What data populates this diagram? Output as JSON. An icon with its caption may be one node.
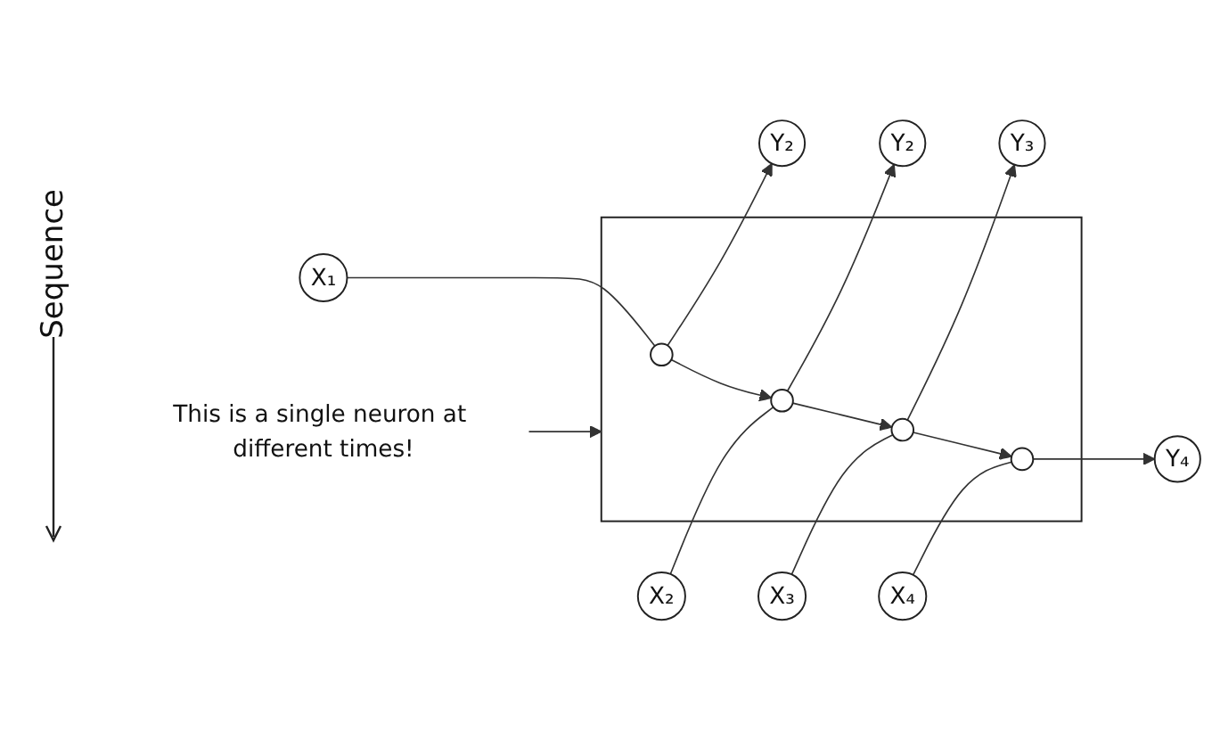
{
  "diagram": {
    "nodes": [
      {
        "text": [
          "This is a single neuron at different times!"
        ]
      },
      {
        "text": [],
        "shape": "box"
      },
      {
        "text": [
          "X₁"
        ]
      },
      {
        "text": [],
        "shape": "circle",
        "in": 1
      },
      {
        "text": [
          "Y₂"
        ]
      },
      {
        "text": [
          "X₂"
        ]
      },
      {
        "text": [],
        "shape": "circle",
        "in": 1
      },
      {
        "text": [
          "Y₂"
        ]
      },
      {
        "text": [
          "X₃"
        ]
      },
      {
        "text": [],
        "shape": "circle",
        "in": 1
      },
      {
        "text": [
          "Y₃"
        ]
      },
      {
        "text": [
          "X₄"
        ]
      },
      {
        "text": [],
        "shape": "circle",
        "in": 1
      },
      {
        "text": [
          "Y₄"
        ]
      }
    ],
    "edges": [
      {
        "from": 0,
        "to": 1,
        "arrow": "to"
      },
      {
        "from": 2,
        "to": 3,
        "arrow": "none"
      },
      {
        "from": 3,
        "to": 4,
        "arrow": "to"
      },
      {
        "from": 3,
        "to": 6,
        "arrow": "to"
      },
      {
        "from": 5,
        "to": 6,
        "arrow": "none"
      },
      {
        "from": 6,
        "to": 7,
        "arrow": "to"
      },
      {
        "from": 6,
        "to": 9,
        "arrow": "to"
      },
      {
        "from": 8,
        "to": 9,
        "arrow": "none"
      },
      {
        "from": 9,
        "to": 10,
        "arrow": "to"
      },
      {
        "from": 9,
        "to": 12,
        "arrow": "to"
      },
      {
        "from": 11,
        "to": 12,
        "arrow": "none"
      },
      {
        "from": 12,
        "to": 13,
        "arrow": "to"
      }
    ],
    "labels": [
      "Sequence"
    ]
  }
}
